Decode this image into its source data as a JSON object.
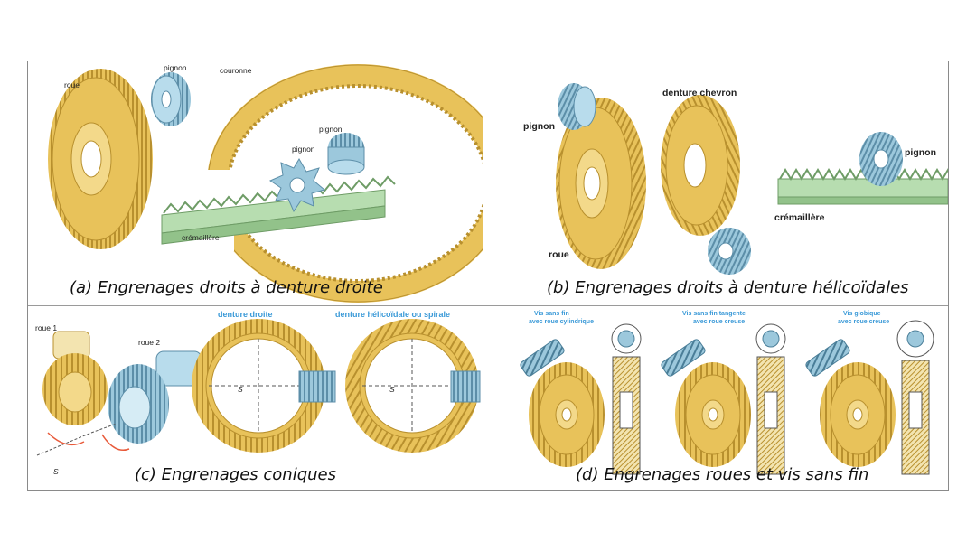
{
  "panels": {
    "a": {
      "caption": "(a) Engrenages droits à denture droite",
      "labels": {
        "roue": "roue",
        "pignon_top": "pignon",
        "couronne": "couronne",
        "pignon_ring": "pignon",
        "pignon_rack": "pignon",
        "cremaillere": "crémaillère"
      }
    },
    "b": {
      "caption": "(b) Engrenages droits à denture hélicoïdales",
      "labels": {
        "pignon_left": "pignon",
        "denture_chevron": "denture  chevron",
        "pignon_right": "pignon",
        "cremaillere": "crémaillère",
        "roue": "roue"
      }
    },
    "c": {
      "caption": "(c) Engrenages coniques",
      "labels": {
        "roue1": "roue 1",
        "roue2": "roue 2",
        "s_left": "S",
        "denture_droite": "denture droite",
        "denture_helicoidale": "denture hélicoïdale ou spirale",
        "s_mid": "S",
        "s_right": "S"
      }
    },
    "d": {
      "caption": "(d) Engrenages roues et vis sans fin",
      "labels": {
        "vis1_line1": "Vis sans fin",
        "vis1_line2": "avec roue cylindrique",
        "vis2_line1": "Vis sans fin tangente",
        "vis2_line2": "avec roue creuse",
        "vis3_line1": "Vis globique",
        "vis3_line2": "avec roue creuse"
      }
    }
  },
  "colors": {
    "gear": "#e8c25a",
    "gear_dark": "#b8902e",
    "steel": "#9cc8dc",
    "rack": "#b7ddb0",
    "border": "#8a8a8a",
    "accent_label": "#3b9ad8",
    "arrow": "#e85a3a"
  }
}
